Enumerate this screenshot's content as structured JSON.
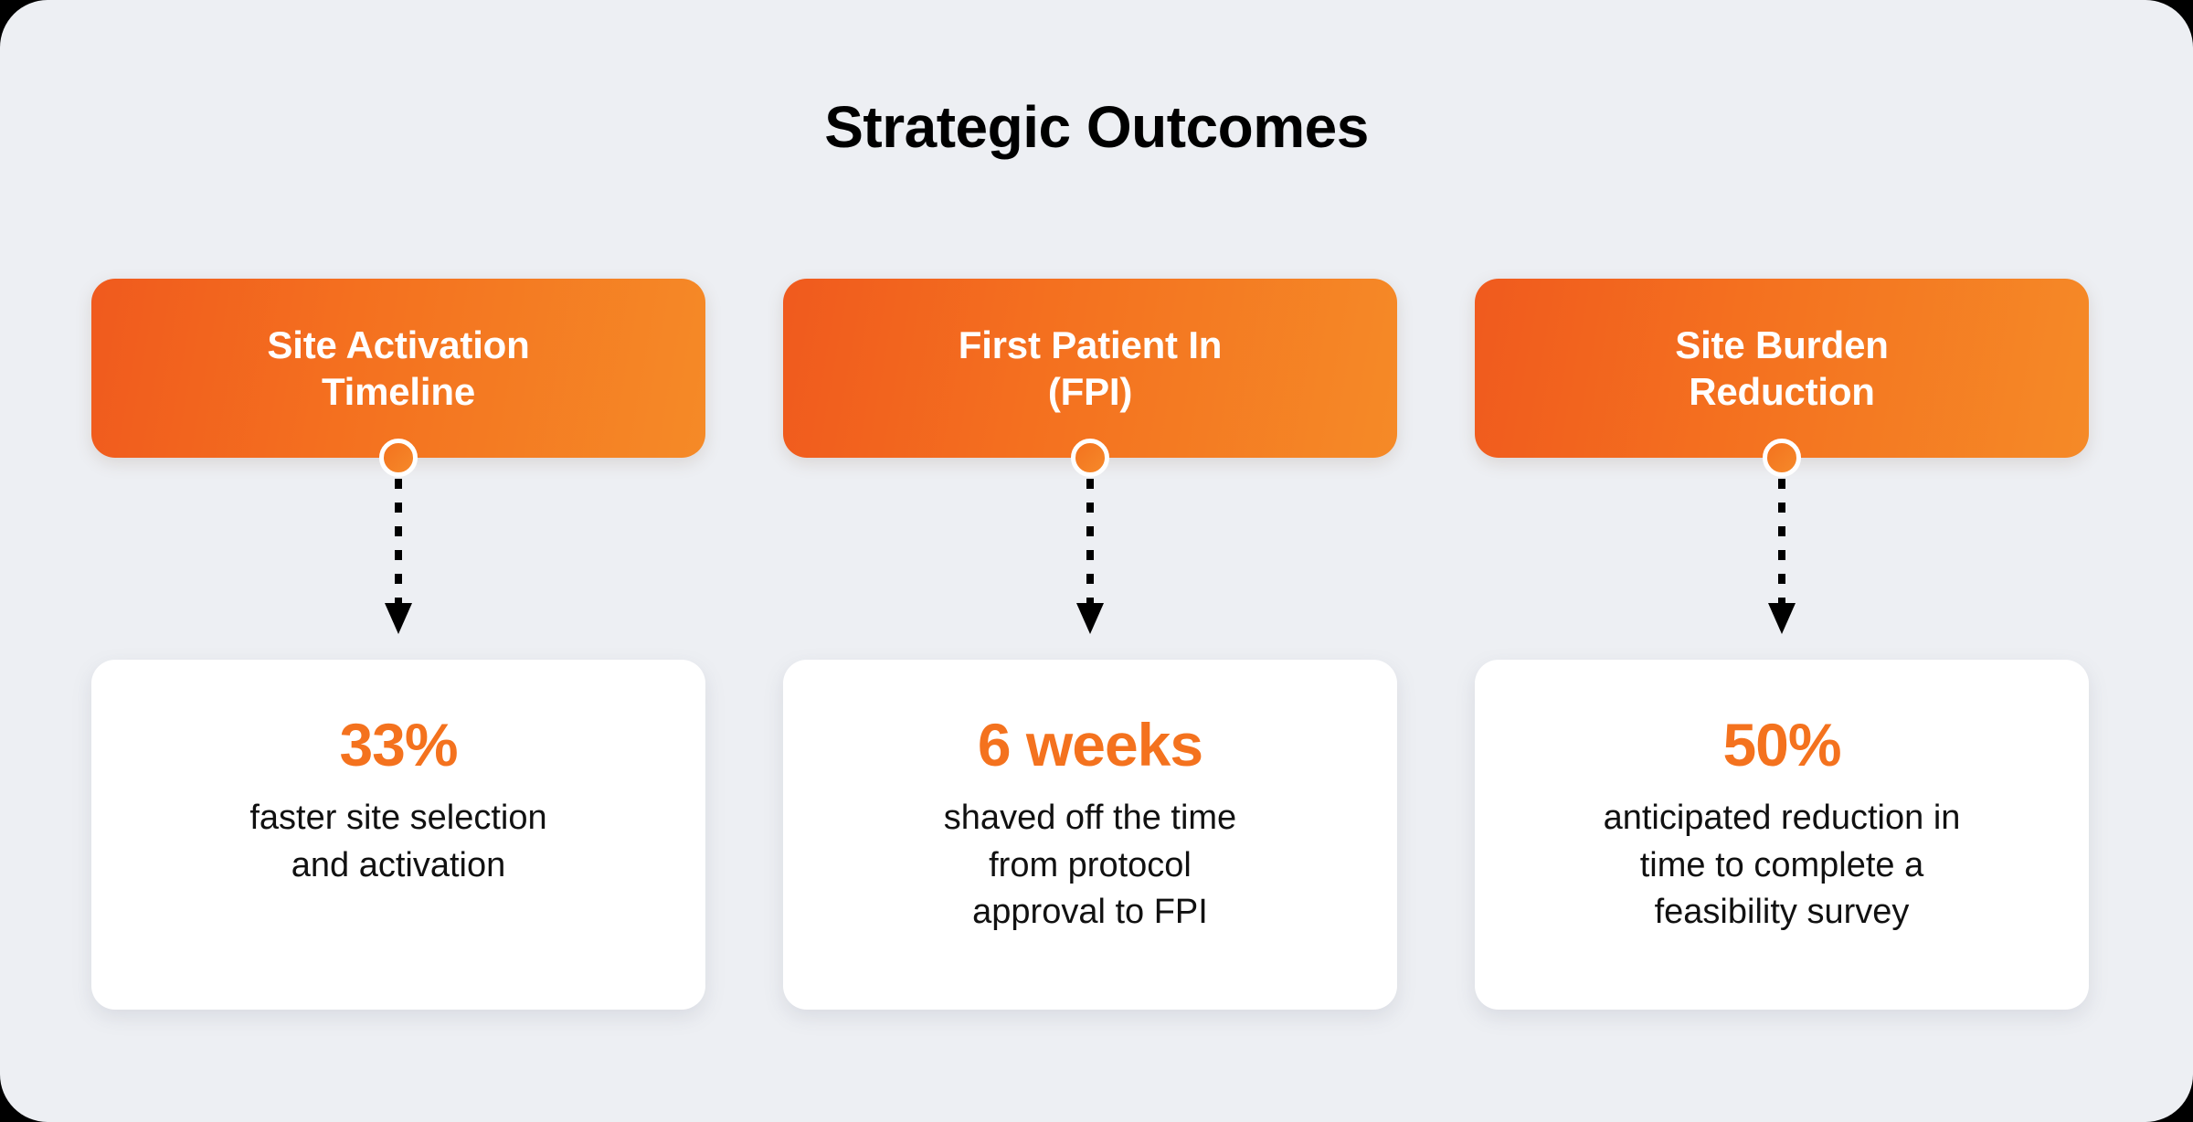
{
  "page": {
    "title": "Strategic Outcomes",
    "background_color": "#EDEFF3",
    "accent_color": "#F4721E",
    "accent_gradient_from": "#F05A1E",
    "accent_gradient_to": "#F58A27",
    "card_color": "#FFFFFF",
    "text_color": "#000000"
  },
  "columns": [
    {
      "header": "Site Activation\nTimeline",
      "stat_value": "33%",
      "stat_description": "faster site selection\nand activation"
    },
    {
      "header": "First Patient In\n(FPI)",
      "stat_value": "6 weeks",
      "stat_description": "shaved off the time\nfrom protocol\napproval to FPI"
    },
    {
      "header": "Site Burden\nReduction",
      "stat_value": "50%",
      "stat_description": "anticipated reduction in\ntime to complete a\nfeasibility survey"
    }
  ]
}
